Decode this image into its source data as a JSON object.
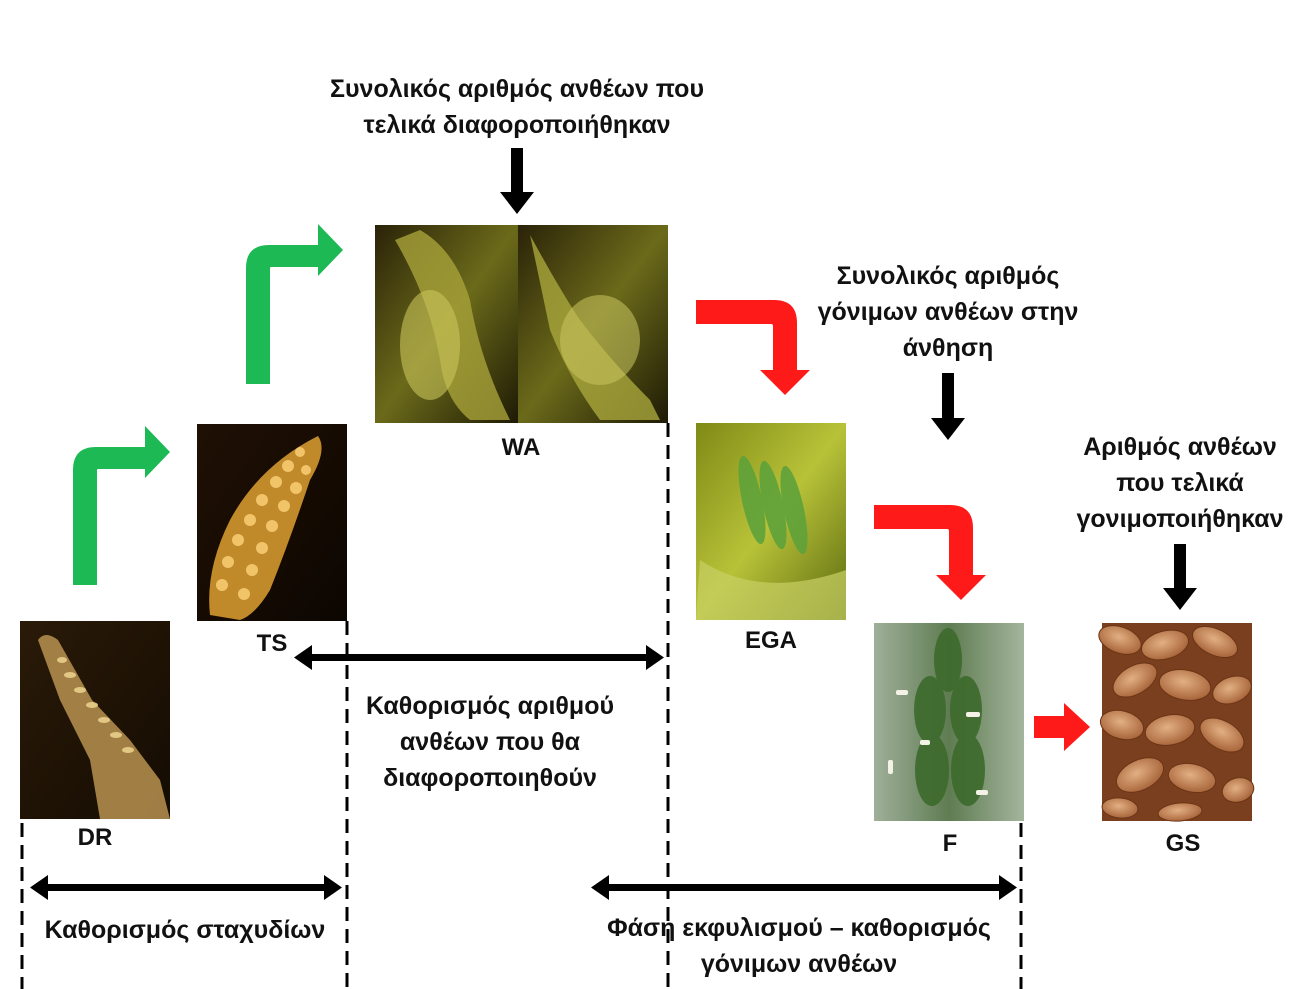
{
  "stages": {
    "dr": "DR",
    "ts": "TS",
    "wa": "WA",
    "ega": "EGA",
    "f": "F",
    "gs": "GS"
  },
  "annotations": {
    "wa_top": [
      "Συνολικός αριθμός ανθέων που",
      "τελικά διαφοροποιήθηκαν"
    ],
    "f_top": [
      "Συνολικός αριθμός",
      "γόνιμων ανθέων στην",
      "άνθηση"
    ],
    "gs_top": [
      "Αριθμός ανθέων",
      "που τελικά",
      "γονιμοποιήθηκαν"
    ]
  },
  "phases": {
    "spikelets": "Καθορισμός σταχυδίων",
    "floret_number": [
      "Καθορισμός αριθμού",
      "ανθέων που θα",
      "διαφοροποιηθούν"
    ],
    "elongation": [
      "Φάση εκφυλισμού – καθορισμός",
      "γόνιμων ανθέων"
    ]
  },
  "colors": {
    "growth_arrow": "#1db954",
    "decline_arrow": "#ff1a1a",
    "pointer_arrow": "#000000"
  }
}
